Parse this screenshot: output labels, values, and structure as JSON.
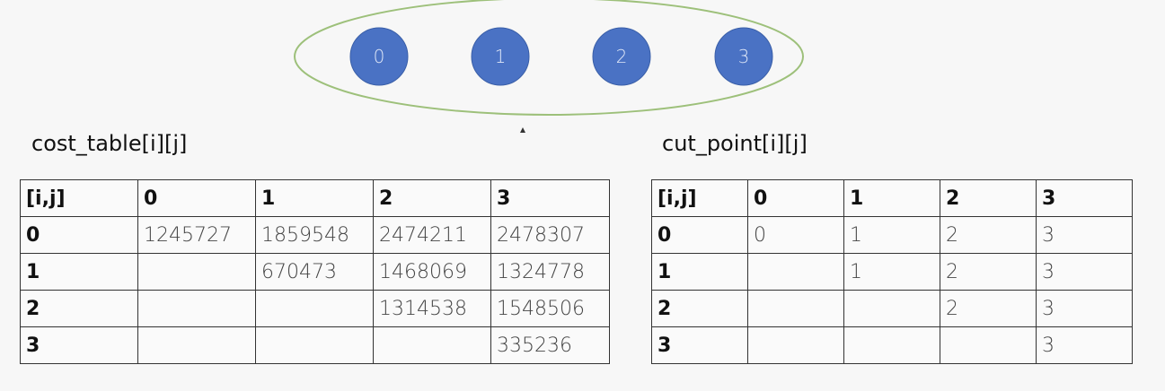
{
  "nodes": [
    "0",
    "1",
    "2",
    "3"
  ],
  "colors": {
    "ellipse_stroke": "#9dc07a",
    "node_fill": "#4a72c4",
    "node_text": "#dfe7f7"
  },
  "cost_table": {
    "title": "cost_table[i][j]",
    "header": [
      "[i,j]",
      "0",
      "1",
      "2",
      "3"
    ],
    "rows": [
      [
        "0",
        "1245727",
        "1859548",
        "2474211",
        "2478307"
      ],
      [
        "1",
        "",
        "670473",
        "1468069",
        "1324778"
      ],
      [
        "2",
        "",
        "",
        "1314538",
        "1548506"
      ],
      [
        "3",
        "",
        "",
        "",
        "335236"
      ]
    ]
  },
  "cut_point": {
    "title": "cut_point[i][j]",
    "header": [
      "[i,j]",
      "0",
      "1",
      "2",
      "3"
    ],
    "rows": [
      [
        "0",
        "0",
        "1",
        "2",
        "3"
      ],
      [
        "1",
        "",
        "1",
        "2",
        "3"
      ],
      [
        "2",
        "",
        "",
        "2",
        "3"
      ],
      [
        "3",
        "",
        "",
        "",
        "3"
      ]
    ]
  }
}
